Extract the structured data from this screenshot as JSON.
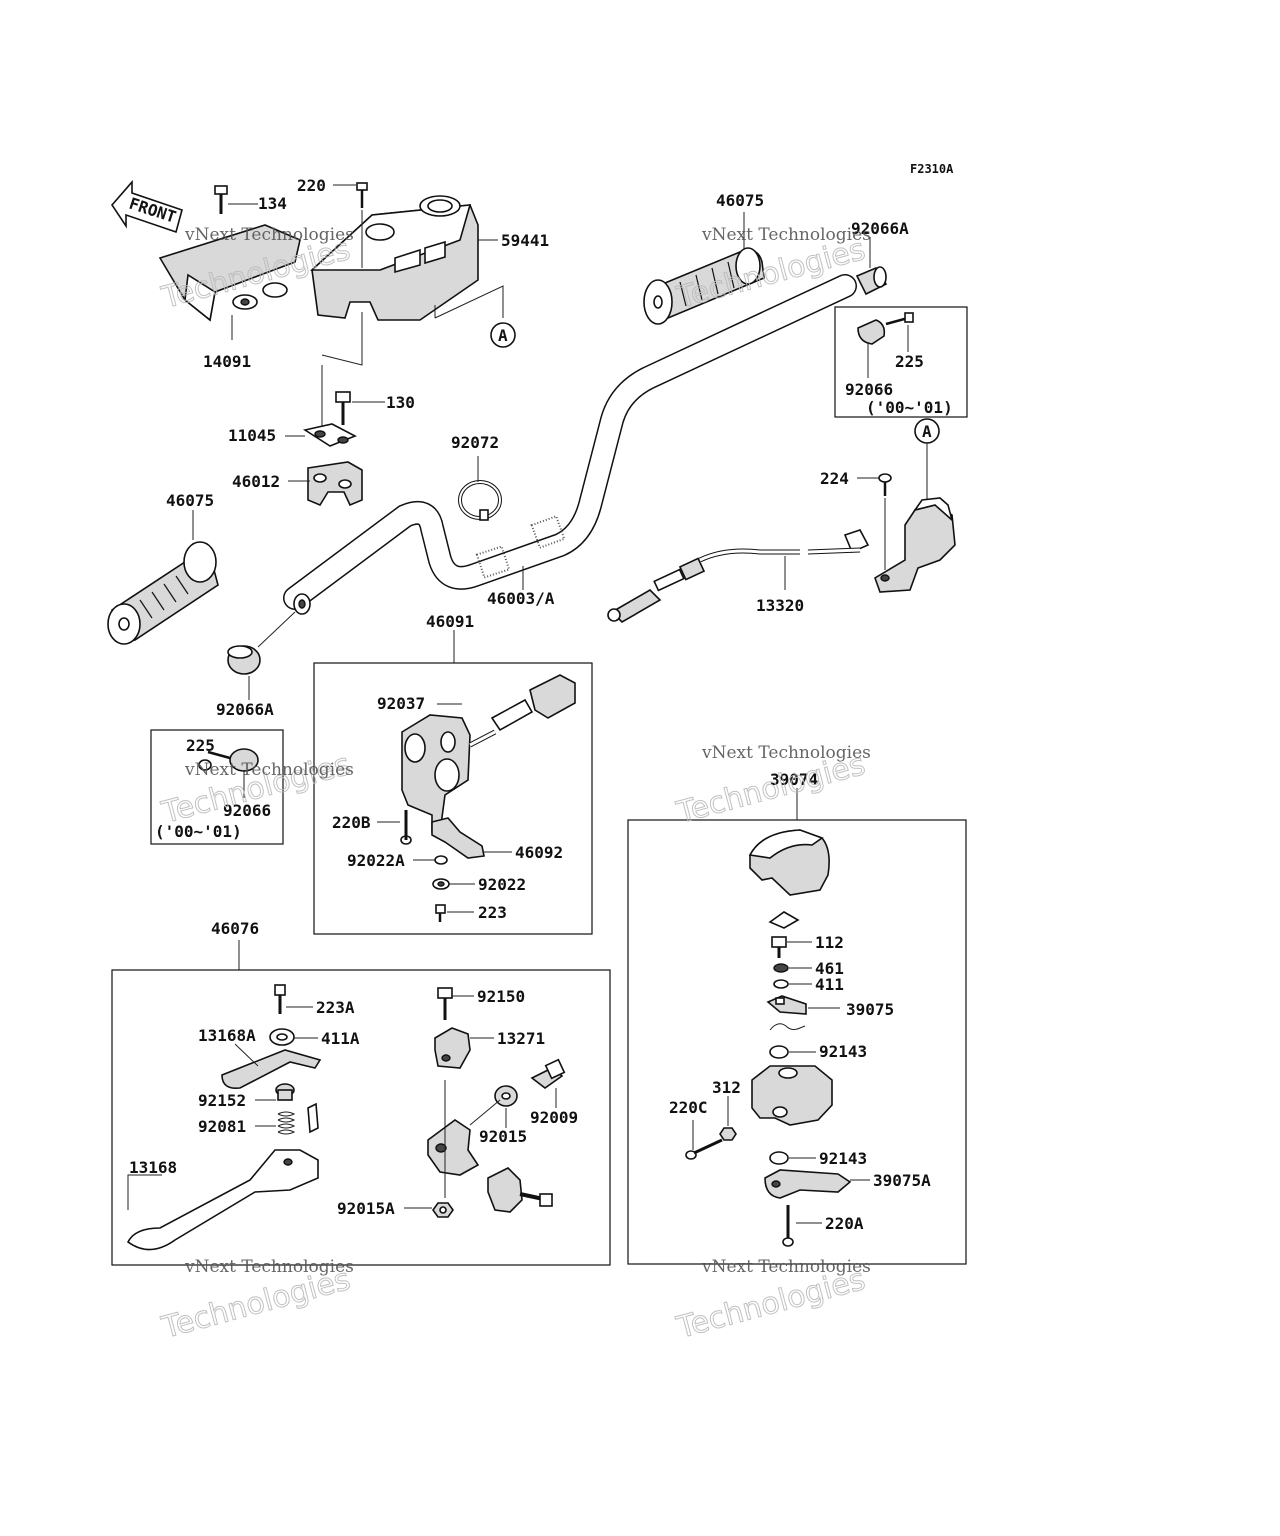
{
  "figure_code": "F2310A",
  "front_label": "FRONT",
  "watermark": {
    "line1": "vNext Technologies",
    "line2": "Technologies"
  },
  "labels": {
    "l_220": "220",
    "l_134": "134",
    "l_59441": "59441",
    "l_14091": "14091",
    "l_130": "130",
    "l_11045": "11045",
    "l_46012": "46012",
    "l_46075_left": "46075",
    "l_92072": "92072",
    "l_46003": "46003/A",
    "l_92066A_left": "92066A",
    "l_46075_right": "46075",
    "l_92066A_right": "92066A",
    "l_225_right": "225",
    "l_92066_right": "92066",
    "l_years_right": "('00~'01)",
    "l_224": "224",
    "l_13320": "13320",
    "l_46091": "46091",
    "l_92037": "92037",
    "l_220B": "220B",
    "l_46092": "46092",
    "l_92022A": "92022A",
    "l_92022": "92022",
    "l_223": "223",
    "l_225_left": "225",
    "l_92066_left": "92066",
    "l_years_left": "('00~'01)",
    "l_46076": "46076",
    "l_223A": "223A",
    "l_13168A": "13168A",
    "l_411A": "411A",
    "l_92152": "92152",
    "l_92081": "92081",
    "l_13168": "13168",
    "l_92150": "92150",
    "l_13271": "13271",
    "l_92009": "92009",
    "l_92015": "92015",
    "l_92015A": "92015A",
    "l_39074": "39074",
    "l_112": "112",
    "l_461": "461",
    "l_411": "411",
    "l_39075": "39075",
    "l_92143_a": "92143",
    "l_312": "312",
    "l_220C": "220C",
    "l_92143_b": "92143",
    "l_39075A": "39075A",
    "l_220A": "220A",
    "callout_top": "A",
    "callout_right": "A"
  }
}
